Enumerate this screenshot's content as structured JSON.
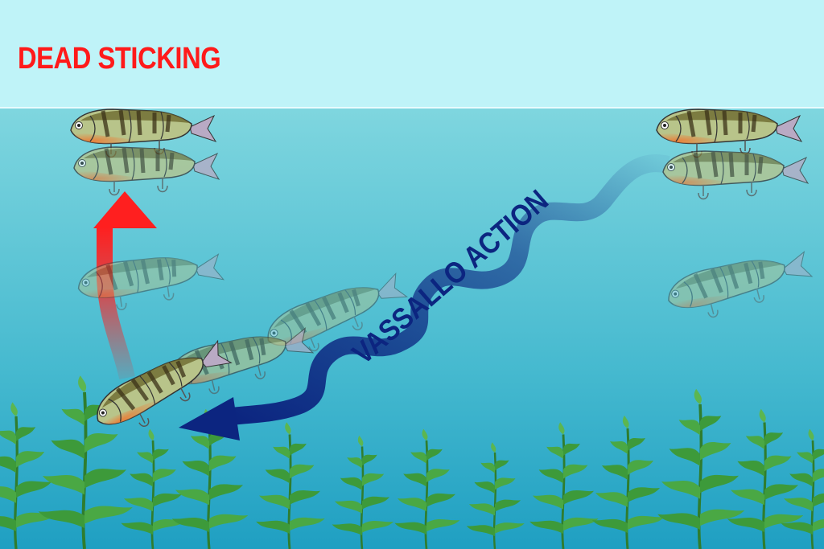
{
  "title": "DEAD STICKING",
  "action_label": "VASSALLO ACTION",
  "colors": {
    "sky": "#bff3f8",
    "water_top": "#7fd6df",
    "water_bottom": "#27a7c6",
    "dead_sticking_arrow": "#ff1f1f",
    "vassallo_arrow": "#0c2580",
    "weed": "#3d9a3a"
  },
  "lures": {
    "left_column": [
      {
        "name": "lure-left-top",
        "opacity": 1
      },
      {
        "name": "lure-left-second",
        "opacity": 0.75
      },
      {
        "name": "lure-left-mid",
        "opacity": 0.45
      },
      {
        "name": "lure-left-bottom",
        "opacity": 1
      }
    ],
    "right_column": [
      {
        "name": "lure-right-top",
        "opacity": 1
      },
      {
        "name": "lure-right-second",
        "opacity": 0.75
      },
      {
        "name": "lure-right-mid",
        "opacity": 0.45
      }
    ],
    "diagonal": [
      {
        "name": "lure-diagonal-upper",
        "opacity": 0.45
      },
      {
        "name": "lure-diagonal-lower",
        "opacity": 0.6
      }
    ]
  }
}
